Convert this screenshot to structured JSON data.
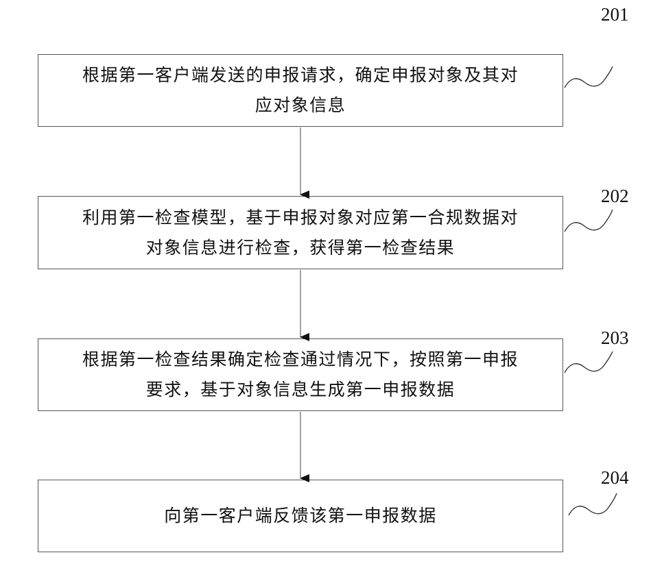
{
  "steps": [
    {
      "id": "201",
      "text_line1": "根据第一客户端发送的申报请求，确定申报对象及其对",
      "text_line2": "应对象信息"
    },
    {
      "id": "202",
      "text_line1": "利用第一检查模型，基于申报对象对应第一合规数据对",
      "text_line2": "对象信息进行检查，获得第一检查结果"
    },
    {
      "id": "203",
      "text_line1": "根据第一检查结果确定检查通过情况下，按照第一申报",
      "text_line2": "要求，基于对象信息生成第一申报数据"
    },
    {
      "id": "204",
      "text_line1": "向第一客户端反馈该第一申报数据",
      "text_line2": ""
    }
  ]
}
